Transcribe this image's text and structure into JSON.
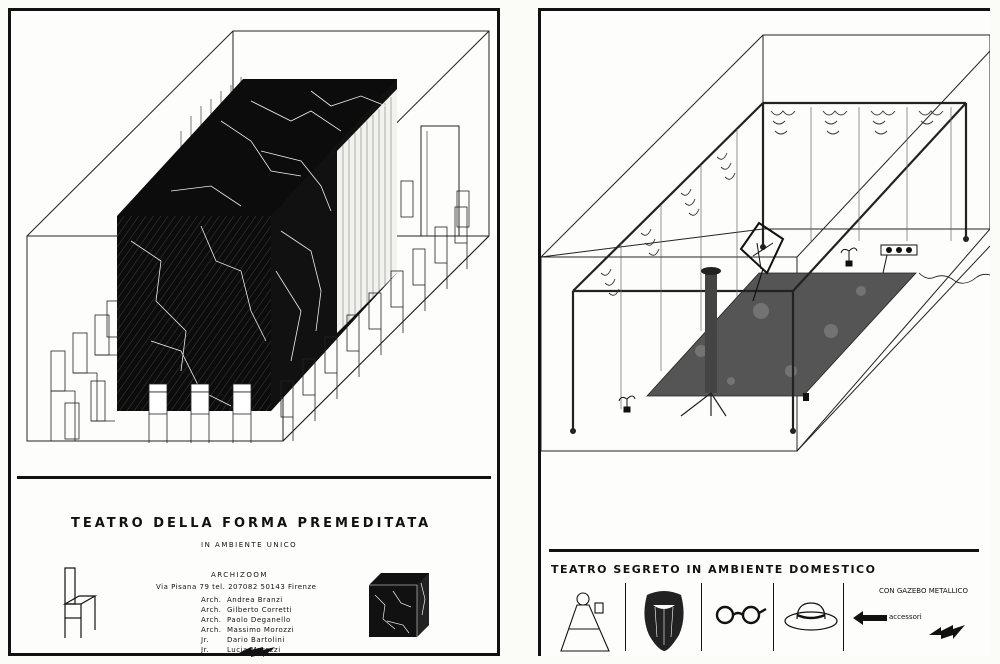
{
  "left_poster": {
    "title": "TEATRO DELLA FORMA PREMEDITATA",
    "subtitle": "IN AMBIENTE UNICO",
    "studio": "ARCHIZOOM",
    "address": "Via Pisana 79  tel. 207082  50143 Firenze",
    "credits": [
      {
        "prefix": "Arch.",
        "name": "Andrea  Branzi"
      },
      {
        "prefix": "Arch.",
        "name": "Gilberto  Corretti"
      },
      {
        "prefix": "Arch.",
        "name": "Paolo  Deganello"
      },
      {
        "prefix": "Arch.",
        "name": "Massimo  Morozzi"
      },
      {
        "prefix": "Jr.",
        "name": "Dario  Bartolini"
      },
      {
        "prefix": "Jr.",
        "name": "Lucia  Morozzi"
      }
    ],
    "icons": [
      "chair-icon",
      "marble-cube-icon",
      "lightning-logo-icon"
    ]
  },
  "right_poster": {
    "title": "TEATRO SEGRETO IN AMBIENTE DOMESTICO",
    "gazebo_label": "CON GAZEBO METALLICO",
    "accessories_label": "accessori",
    "icons": [
      "bell-costume-icon",
      "beard-icon",
      "round-glasses-icon",
      "hat-icon",
      "arrow-left-icon",
      "lightning-logo-icon"
    ]
  }
}
